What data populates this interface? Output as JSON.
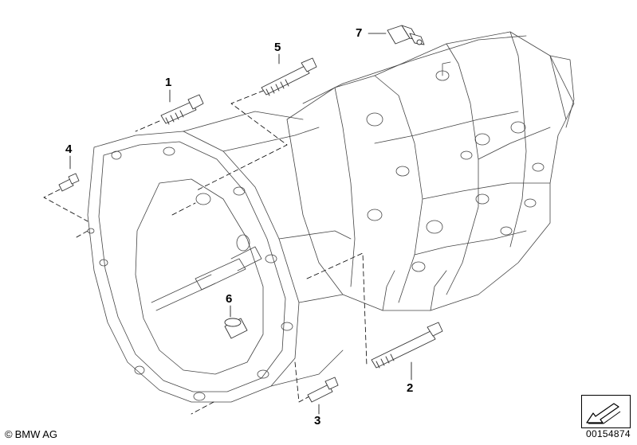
{
  "callouts": [
    {
      "id": "1",
      "label": "1"
    },
    {
      "id": "2",
      "label": "2"
    },
    {
      "id": "3",
      "label": "3"
    },
    {
      "id": "4",
      "label": "4"
    },
    {
      "id": "5",
      "label": "5"
    },
    {
      "id": "6",
      "label": "6"
    },
    {
      "id": "7",
      "label": "7"
    }
  ],
  "footer": {
    "copyright_symbol": "©",
    "copyright_text": "BMW AG",
    "document_number": "00154874"
  },
  "icons": {
    "nav": "arrow-down-left-icon"
  }
}
